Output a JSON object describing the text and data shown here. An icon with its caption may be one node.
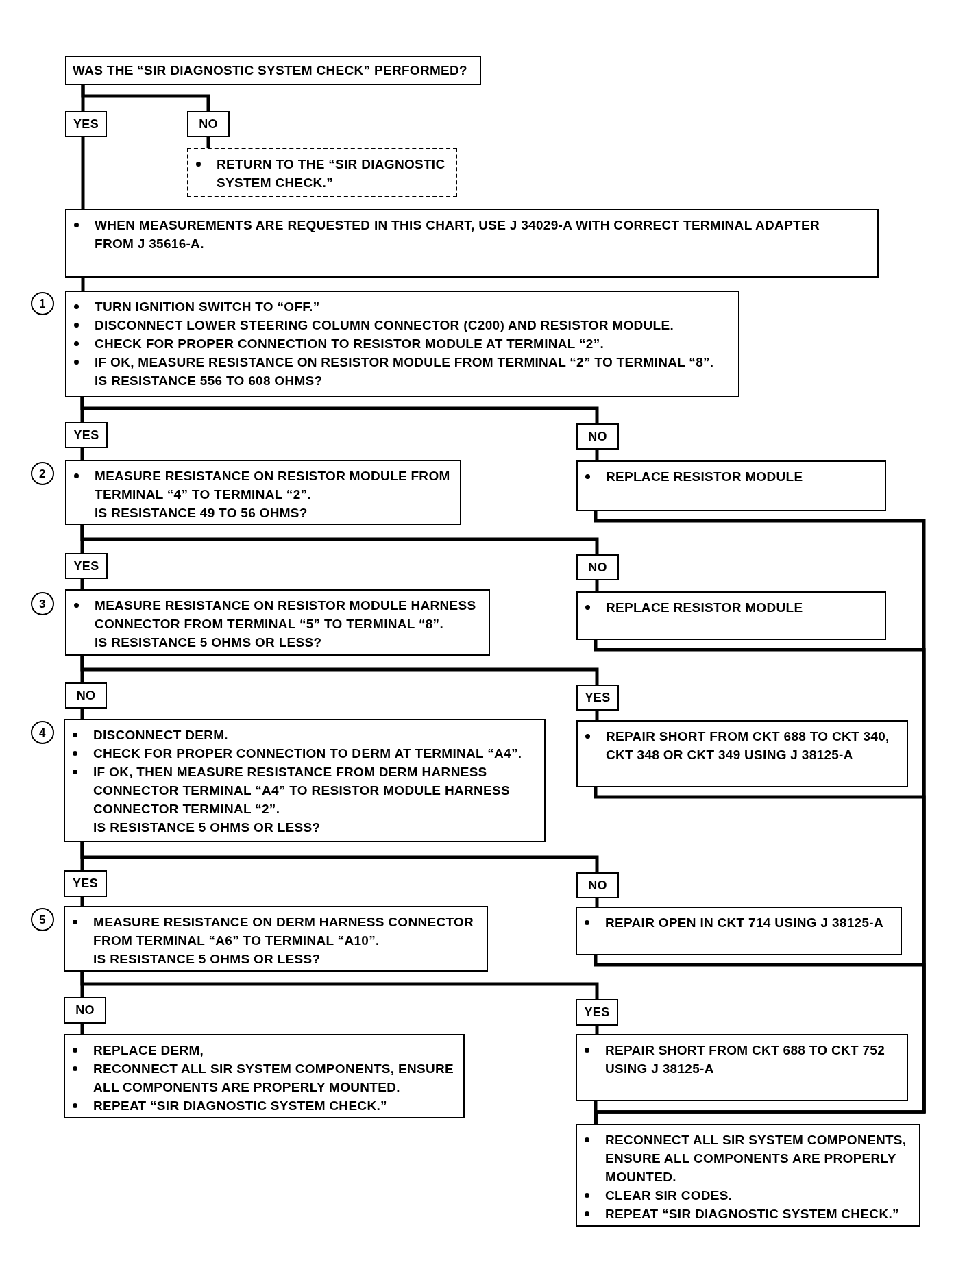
{
  "diagram": {
    "nodes": [
      {
        "text": [
          "WAS THE “SIR DIAGNOSTIC SYSTEM CHECK” PERFORMED?"
        ]
      },
      {
        "text": [
          "YES"
        ]
      },
      {
        "text": [
          "NO"
        ]
      },
      {
        "text": [
          "RETURN TO THE “SIR DIAGNOSTIC SYSTEM CHECK.”"
        ]
      },
      {
        "text": [
          "WHEN MEASUREMENTS ARE REQUESTED IN THIS CHART, USE J 34029-A WITH CORRECT TERMINAL ADAPTER FROM J 35616-A."
        ]
      },
      {
        "text": [
          "1"
        ]
      },
      {
        "text": [
          "TURN IGNITION SWITCH TO “OFF.”",
          "DISCONNECT LOWER STEERING COLUMN CONNECTOR (C200) AND RESISTOR MODULE.",
          "CHECK FOR PROPER CONNECTION TO RESISTOR MODULE AT TERMINAL “2”.",
          "IF OK, MEASURE RESISTANCE ON RESISTOR MODULE FROM TERMINAL “2” TO TERMINAL “8”.",
          "IS RESISTANCE 556 TO 608 OHMS?"
        ]
      },
      {
        "text": [
          "YES"
        ]
      },
      {
        "text": [
          "NO"
        ]
      },
      {
        "text": [
          "2"
        ]
      },
      {
        "text": [
          "MEASURE RESISTANCE ON RESISTOR MODULE FROM TERMINAL “4” TO TERMINAL “2”.",
          "IS RESISTANCE 49 TO 56 OHMS?"
        ]
      },
      {
        "text": [
          "REPLACE RESISTOR MODULE"
        ]
      },
      {
        "text": [
          "YES"
        ]
      },
      {
        "text": [
          "NO"
        ]
      },
      {
        "text": [
          "3"
        ]
      },
      {
        "text": [
          "MEASURE RESISTANCE ON RESISTOR MODULE HARNESS CONNECTOR FROM TERMINAL “5” TO TERMINAL “8”.",
          "IS RESISTANCE 5 OHMS OR LESS?"
        ]
      },
      {
        "text": [
          "REPLACE RESISTOR MODULE"
        ]
      },
      {
        "text": [
          "NO"
        ]
      },
      {
        "text": [
          "YES"
        ]
      },
      {
        "text": [
          "4"
        ]
      },
      {
        "text": [
          "DISCONNECT DERM.",
          "CHECK FOR PROPER CONNECTION TO DERM AT TERMINAL “A4”.",
          "IF OK, THEN MEASURE RESISTANCE FROM DERM HARNESS CONNECTOR TERMINAL “A4” TO RESISTOR MODULE HARNESS CONNECTOR TERMINAL “2”.",
          "IS RESISTANCE 5 OHMS OR LESS?"
        ]
      },
      {
        "text": [
          "REPAIR SHORT FROM CKT 688 TO CKT 340, CKT 348 OR CKT 349 USING J 38125-A"
        ]
      },
      {
        "text": [
          "YES"
        ]
      },
      {
        "text": [
          "NO"
        ]
      },
      {
        "text": [
          "5"
        ]
      },
      {
        "text": [
          "MEASURE RESISTANCE ON DERM HARNESS CONNECTOR FROM TERMINAL “A6” TO TERMINAL “A10”.",
          "IS RESISTANCE 5 OHMS OR LESS?"
        ]
      },
      {
        "text": [
          "REPAIR OPEN IN CKT 714 USING J 38125-A"
        ]
      },
      {
        "text": [
          "NO"
        ]
      },
      {
        "text": [
          "YES"
        ]
      },
      {
        "text": [
          "REPLACE DERM,",
          "RECONNECT ALL SIR SYSTEM COMPONENTS, ENSURE ALL COMPONENTS ARE PROPERLY MOUNTED.",
          "REPEAT “SIR DIAGNOSTIC SYSTEM CHECK.”"
        ]
      },
      {
        "text": [
          "REPAIR SHORT FROM CKT 688 TO CKT 752 USING J 38125-A"
        ]
      },
      {
        "text": [
          "RECONNECT ALL SIR SYSTEM COMPONENTS, ENSURE ALL COMPONENTS ARE PROPERLY MOUNTED.",
          "CLEAR SIR CODES.",
          "REPEAT “SIR DIAGNOSTIC SYSTEM CHECK.”"
        ]
      }
    ],
    "edges": [
      {
        "from": 0,
        "to": 1,
        "arrow": "none"
      },
      {
        "from": 0,
        "to": 2,
        "arrow": "none"
      },
      {
        "from": 2,
        "to": 3,
        "arrow": "none"
      },
      {
        "from": 1,
        "to": 4,
        "arrow": "none"
      },
      {
        "from": 4,
        "to": 6,
        "arrow": "none"
      },
      {
        "from": 6,
        "to": 7,
        "arrow": "none"
      },
      {
        "from": 6,
        "to": 8,
        "arrow": "none"
      },
      {
        "from": 7,
        "to": 10,
        "arrow": "none"
      },
      {
        "from": 8,
        "to": 11,
        "arrow": "none"
      },
      {
        "from": 10,
        "to": 12,
        "arrow": "none"
      },
      {
        "from": 10,
        "to": 13,
        "arrow": "none"
      },
      {
        "from": 12,
        "to": 15,
        "arrow": "none"
      },
      {
        "from": 13,
        "to": 16,
        "arrow": "none"
      },
      {
        "from": 15,
        "to": 17,
        "arrow": "none"
      },
      {
        "from": 15,
        "to": 18,
        "arrow": "none"
      },
      {
        "from": 17,
        "to": 20,
        "arrow": "none"
      },
      {
        "from": 18,
        "to": 21,
        "arrow": "none"
      },
      {
        "from": 20,
        "to": 22,
        "arrow": "none"
      },
      {
        "from": 20,
        "to": 23,
        "arrow": "none"
      },
      {
        "from": 22,
        "to": 25,
        "arrow": "none"
      },
      {
        "from": 23,
        "to": 26,
        "arrow": "none"
      },
      {
        "from": 25,
        "to": 27,
        "arrow": "none"
      },
      {
        "from": 25,
        "to": 28,
        "arrow": "none"
      },
      {
        "from": 27,
        "to": 29,
        "arrow": "none"
      },
      {
        "from": 28,
        "to": 30,
        "arrow": "none"
      },
      {
        "from": 11,
        "to": 31,
        "arrow": "none"
      },
      {
        "from": 16,
        "to": 31,
        "arrow": "none"
      },
      {
        "from": 21,
        "to": 31,
        "arrow": "none"
      },
      {
        "from": 26,
        "to": 31,
        "arrow": "none"
      },
      {
        "from": 30,
        "to": 31,
        "arrow": "none"
      }
    ]
  }
}
